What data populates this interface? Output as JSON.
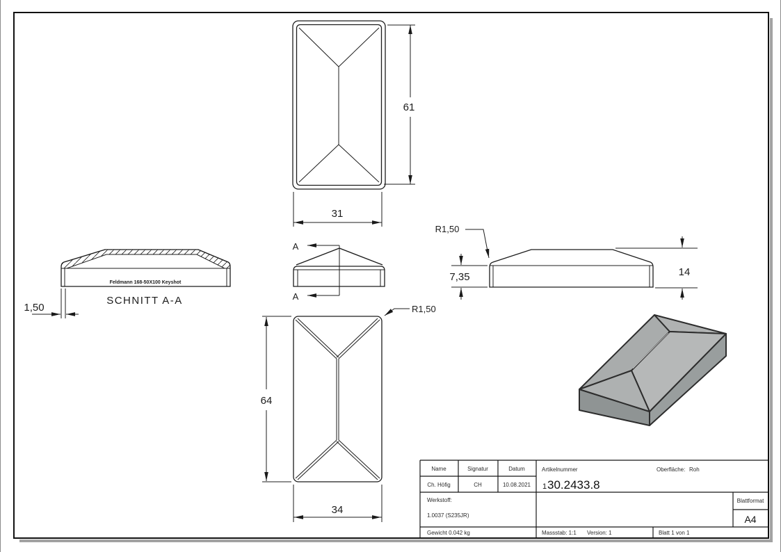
{
  "sheet": {
    "views": {
      "top": {
        "dim_height": "61",
        "dim_width": "31"
      },
      "section": {
        "title": "SCHNITT A-A",
        "marking": "Feldmann 168-50X100 Keyshot",
        "dim_wall": "1,50"
      },
      "front": {
        "cut_label": "A"
      },
      "side": {
        "dim_radius": "R1,50",
        "dim_base": "7,35",
        "dim_total": "14"
      },
      "bottom": {
        "dim_length": "64",
        "dim_width": "34",
        "dim_radius": "R1,50"
      }
    },
    "title_block": {
      "col_headers": [
        "Name",
        "Signatur",
        "Datum"
      ],
      "name": "Ch. Höfig",
      "signatur": "CH",
      "datum": "10.08.2021",
      "artikelnummer_label": "Artikelnummer",
      "artikelnummer_prefix": "1",
      "artikelnummer_main": "30.2433.8",
      "oberflaeche_label": "Oberfläche:",
      "oberflaeche_value": "Roh",
      "werkstoff_label": "Werkstoff:",
      "werkstoff_value": "1.0037 (S235JR)",
      "blattformat_label": "Blattformat",
      "blattformat_value": "A4",
      "gewicht": "Gewicht 0.042 kg",
      "massstab": "Massstab: 1:1",
      "version": "Version: 1",
      "blatt": "Blatt 1 von 1"
    },
    "colors": {
      "line": "#1a1a1a",
      "render_face_light": "#b6b8b8",
      "render_face_mid": "#a9acac",
      "render_skirt_dark": "#8f9494",
      "render_skirt_mid": "#999e9e",
      "frame_shadow": "#a2a2a2"
    }
  }
}
